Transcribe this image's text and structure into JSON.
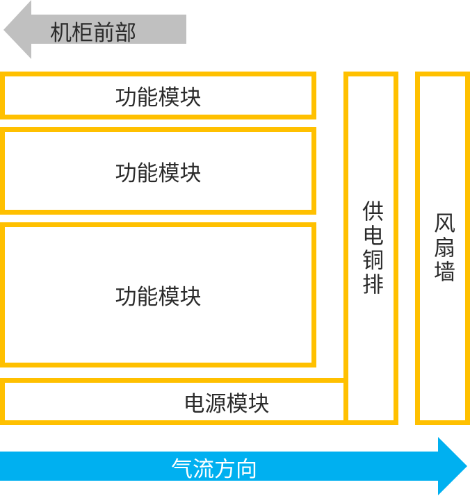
{
  "front_arrow": {
    "label": "机柜前部",
    "color": "#C0C0C0"
  },
  "modules": [
    {
      "label": "功能模块"
    },
    {
      "label": "功能模块"
    },
    {
      "label": "功能模块"
    }
  ],
  "power_module": {
    "label": "电源模块"
  },
  "copper_bar": {
    "label": "供电铜排"
  },
  "fan_wall": {
    "label": "风扇墙"
  },
  "airflow_arrow": {
    "label": "气流方向",
    "color": "#00B0F0"
  },
  "border_color": "#FFC000"
}
